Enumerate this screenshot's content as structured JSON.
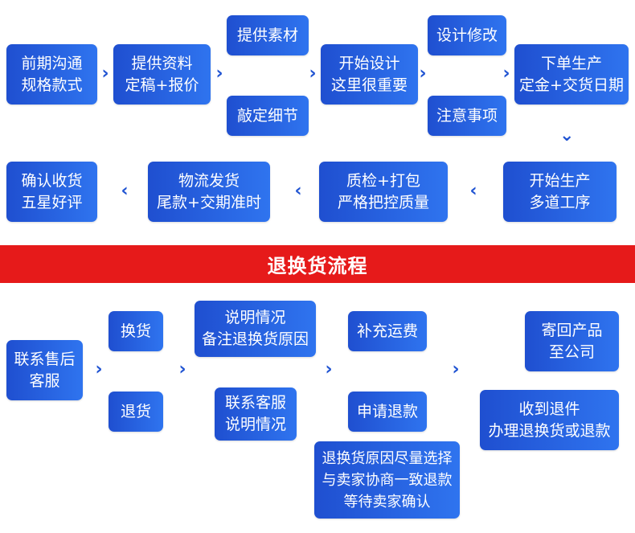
{
  "colors": {
    "box": "#2a63e4",
    "banner": "#e61a1a",
    "arrow": "#1f53d2"
  },
  "arrow_icon": "chevron",
  "order_flow": {
    "step1": [
      "前期沟通",
      "规格款式"
    ],
    "step2": [
      "提供资料",
      "定稿+报价"
    ],
    "step2a": "提供素材",
    "step2b": "敲定细节",
    "step3": [
      "开始设计",
      "这里很重要"
    ],
    "step3a": "设计修改",
    "step3b": "注意事项",
    "step4": [
      "下单生产",
      "定金+交货日期"
    ],
    "step5": [
      "开始生产",
      "多道工序"
    ],
    "step6": [
      "质检+打包",
      "严格把控质量"
    ],
    "step7": [
      "物流发货",
      "尾款+交期准时"
    ],
    "step8": [
      "确认收货",
      "五星好评"
    ]
  },
  "banner": {
    "title": "退换货流程"
  },
  "return_flow": {
    "contact": [
      "联系售后",
      "客服"
    ],
    "exchange": "换货",
    "refund": "退货",
    "explain": [
      "说明情况",
      "备注退换货原因"
    ],
    "contact_cs": [
      "联系客服",
      "说明情况"
    ],
    "shipping": "补充运费",
    "apply_refund": "申请退款",
    "note": [
      "退换货原因尽量选择",
      "与卖家协商一致退款",
      "等待卖家确认"
    ],
    "send_back": [
      "寄回产品",
      "至公司"
    ],
    "receive": [
      "收到退件",
      "办理退换货或退款"
    ]
  }
}
